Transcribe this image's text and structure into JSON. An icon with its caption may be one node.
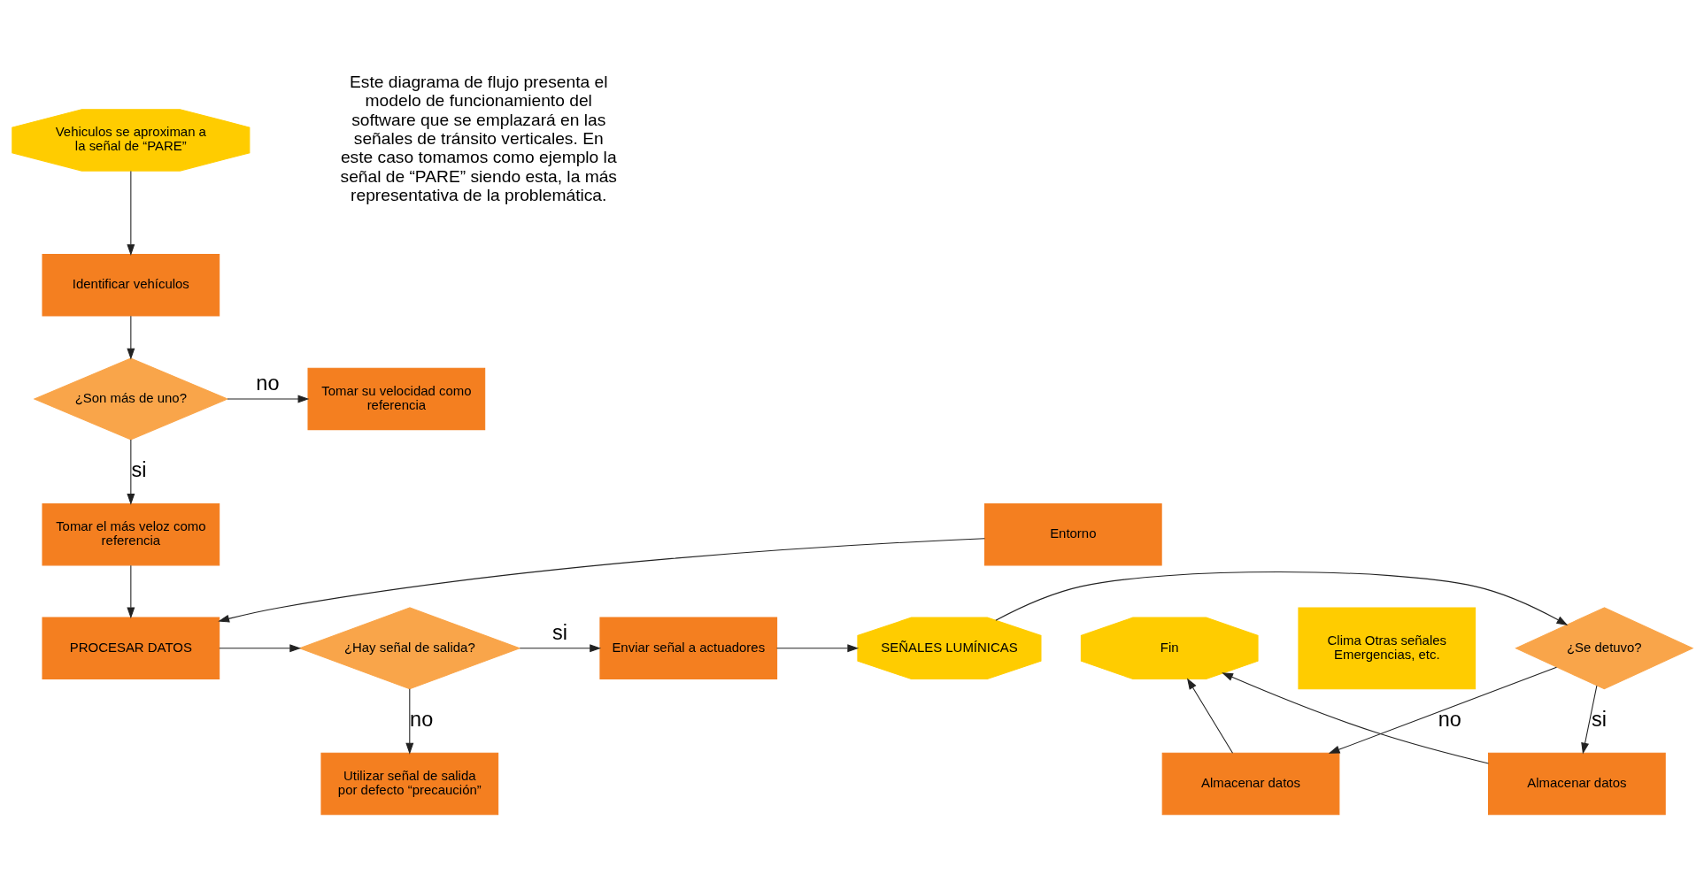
{
  "diagram": {
    "nodes": [
      {
        "text": [
          "Vehiculos se aproximan a la señal de “PARE”"
        ]
      },
      {
        "text": [
          "Identificar vehículos"
        ]
      },
      {
        "text": [
          "¿Son más de uno?"
        ]
      },
      {
        "text": [
          "Tomar su velocidad como referencia"
        ]
      },
      {
        "text": [
          "Tomar el más veloz como referencia"
        ]
      },
      {
        "text": [
          "PROCESAR DATOS"
        ]
      },
      {
        "text": [
          "Entorno"
        ]
      },
      {
        "text": [
          "Clima Otras señales Emergencias, etc."
        ]
      },
      {
        "text": [
          "¿Hay señal de salida?"
        ]
      },
      {
        "text": [
          "Enviar señal a actuadores"
        ]
      },
      {
        "text": [
          "Utilizar señal de salida por defecto “precaución”"
        ]
      },
      {
        "text": [
          "SEÑALES LUMÍNICAS"
        ]
      },
      {
        "text": [
          "¿Se detuvo?"
        ]
      },
      {
        "text": [
          "Almacenar datos"
        ]
      },
      {
        "text": [
          "Almacenar datos"
        ]
      },
      {
        "text": [
          "Fin"
        ]
      }
    ],
    "edges": [
      {
        "from": 0,
        "to": 1,
        "arrow": "to"
      },
      {
        "from": 1,
        "to": 2,
        "arrow": "to"
      },
      {
        "from": 2,
        "to": 3,
        "arrow": "to",
        "label": "no"
      },
      {
        "from": 2,
        "to": 4,
        "arrow": "to",
        "label": "si"
      },
      {
        "from": 4,
        "to": 5,
        "arrow": "to"
      },
      {
        "from": 6,
        "to": 5,
        "arrow": "to"
      },
      {
        "from": 5,
        "to": 8,
        "arrow": "to"
      },
      {
        "from": 8,
        "to": 9,
        "arrow": "to",
        "label": "si"
      },
      {
        "from": 8,
        "to": 10,
        "arrow": "to",
        "label": "no"
      },
      {
        "from": 9,
        "to": 11,
        "arrow": "to"
      },
      {
        "from": 11,
        "to": 12,
        "arrow": "to"
      },
      {
        "from": 12,
        "to": 13,
        "arrow": "to",
        "label": "si"
      },
      {
        "from": 12,
        "to": 14,
        "arrow": "to",
        "label": "no"
      },
      {
        "from": 13,
        "to": 15,
        "arrow": "to"
      },
      {
        "from": 14,
        "to": 15,
        "arrow": "to"
      }
    ],
    "labels": [
      "Este diagrama de flujo presenta el modelo de funcionamiento del software que se emplazará en las señales de tránsito verticales. En este caso tomamos como ejemplo la señal de “PARE” siendo esta, la más representativa de la problemática."
    ]
  }
}
